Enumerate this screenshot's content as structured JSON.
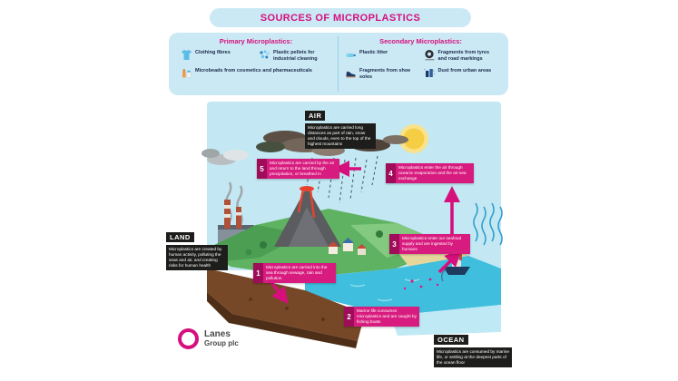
{
  "title": "SOURCES OF MICROPLASTICS",
  "legend": {
    "primary": {
      "heading": "Primary Microplastics:",
      "items": [
        {
          "icon": "clothing-icon",
          "label": "Clothing fibres"
        },
        {
          "icon": "pellets-icon",
          "label": "Plastic pellets for industrial cleaning"
        },
        {
          "icon": "cosmetics-icon",
          "label": "Microbeads from cosmetics and pharmaceuticals"
        }
      ]
    },
    "secondary": {
      "heading": "Secondary Microplastics:",
      "items": [
        {
          "icon": "litter-icon",
          "label": "Plastic litter"
        },
        {
          "icon": "tyre-icon",
          "label": "Fragments from tyres and road markings"
        },
        {
          "icon": "shoe-icon",
          "label": "Fragments from shoe soles"
        },
        {
          "icon": "dust-icon",
          "label": "Dust from urban areas"
        }
      ]
    }
  },
  "zones": {
    "air": {
      "label": "AIR",
      "description": "Microplastics are carried long distances as part of rain, snow and clouds, even to the top of the highest mountains"
    },
    "land": {
      "label": "LAND",
      "description": "Microplastics are created by human activity, polluting the seas and air, and creating risks for human health"
    },
    "ocean": {
      "label": "OCEAN",
      "description": "Microplastics are consumed by marine life, or settling at the deepest parts of the ocean floor"
    }
  },
  "steps": [
    {
      "number": "1",
      "text": "Microplastics are carried into the sea through sewage, rain and pollution"
    },
    {
      "number": "2",
      "text": "Marine life consumes microplastics and are caught by fishing boats"
    },
    {
      "number": "3",
      "text": "Microplastics enter our seafood supply and are ingested by humans"
    },
    {
      "number": "4",
      "text": "Microplastics enter the air through oceanic evaporation and the air-sea exchange"
    },
    {
      "number": "5",
      "text": "Microplastics are carried by the air and return to the land through precipitation, or breathed in"
    }
  ],
  "logo": {
    "name": "Lanes",
    "suffix": "Group plc"
  },
  "colors": {
    "accent": "#d60f7d",
    "accent_dark": "#9e0c5a",
    "legend_bg": "#cbe9f5",
    "label_bg": "#1d1d1b",
    "sky": "#c3e8f3",
    "sea": "#3fbede"
  }
}
